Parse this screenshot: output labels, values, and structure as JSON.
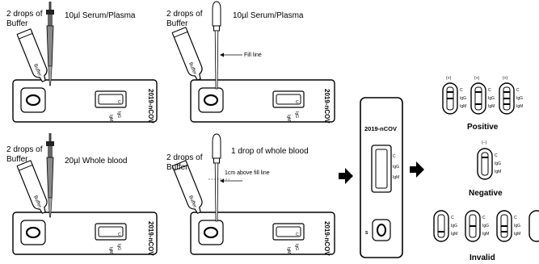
{
  "steps": {
    "serum_pipette": {
      "buffer_label": "2 drops of\nBuffer",
      "sample_label": "10µl Serum/Plasma",
      "bottle_label": "Buffer",
      "device_label": "2019-nCOV"
    },
    "serum_dropper": {
      "buffer_label": "2 drops of\nBuffer",
      "sample_label": "10µl Serum/Plasma",
      "fill_label": "Fill line",
      "bottle_label": "Buffer",
      "device_label": "2019-nCOV"
    },
    "blood_pipette": {
      "buffer_label": "2 drops of\nBuffer",
      "sample_label": "20µl Whole blood",
      "bottle_label": "Buffer",
      "device_label": "2019-nCOV"
    },
    "blood_dropper": {
      "buffer_label": "2 drops of\nBuffer",
      "sample_label": "1 drop of whole blood",
      "fill_label": "1cm above  fill line",
      "bottle_label": "Buffer",
      "device_label": "2019-nCOV"
    }
  },
  "window_labels": {
    "c": "C",
    "igg": "IgG",
    "igm": "IgM"
  },
  "big_device": {
    "title": "2019-nCOV",
    "sample_well_label": "S"
  },
  "results": {
    "positive": {
      "title": "Positive",
      "marks": [
        "(+)",
        "(+)",
        "(+)"
      ]
    },
    "negative": {
      "title": "Negative",
      "marks": [
        "(−)"
      ]
    },
    "invalid": {
      "title": "Invalid"
    }
  }
}
